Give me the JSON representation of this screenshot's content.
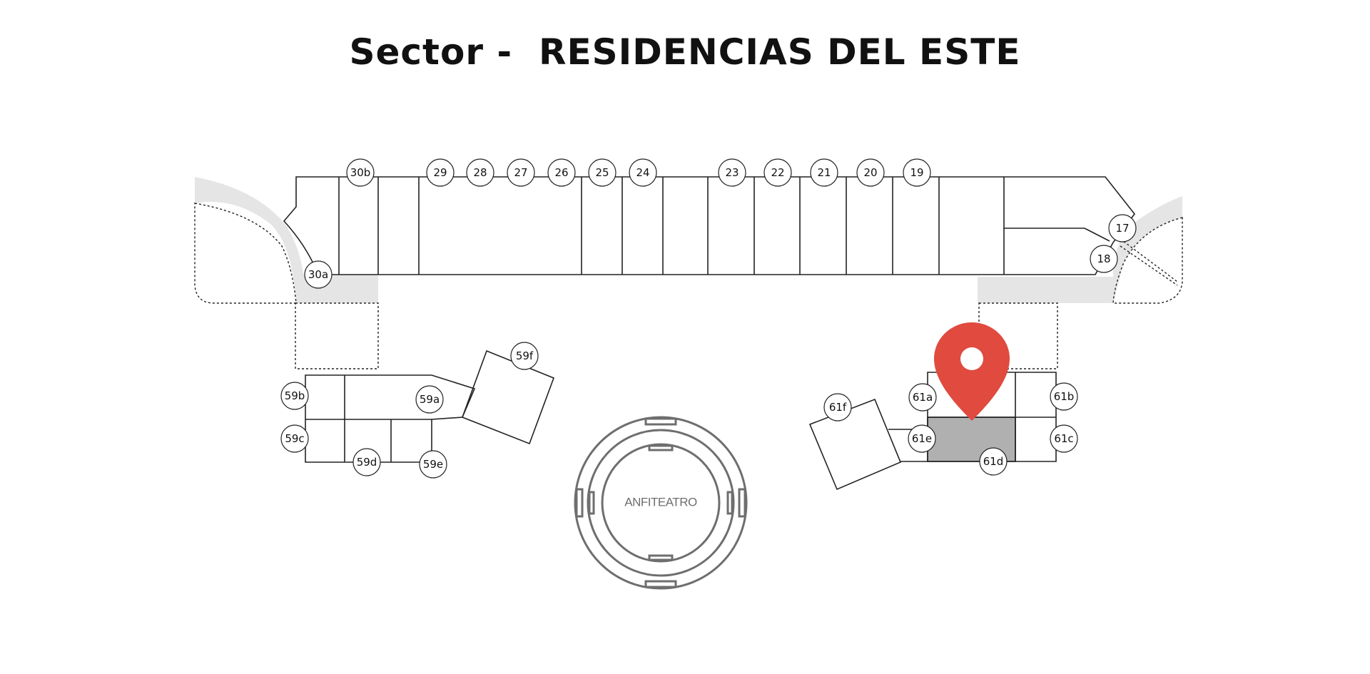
{
  "title": "Sector -  RESIDENCIAS DEL ESTE",
  "highlighted_unit": "61d",
  "colors": {
    "pin": "#e04a3f",
    "highlight": "#b0b0b0",
    "outline": "#222222",
    "amphitheatre": "#6e6e6e",
    "walkway": "#e5e5e5"
  },
  "amphitheatre_label": "ANFITEATRO",
  "top_row_units": [
    "30b",
    "29",
    "28",
    "27",
    "26",
    "25",
    "24",
    "23",
    "22",
    "21",
    "20",
    "19"
  ],
  "east_units": [
    "17",
    "18"
  ],
  "west_corner_unit": "30a",
  "block_59": [
    "59f",
    "59a",
    "59b",
    "59c",
    "59d",
    "59e"
  ],
  "block_61": [
    "61f",
    "61a",
    "61e",
    "61d",
    "61b",
    "61c"
  ],
  "icons": [
    "location-pin-icon"
  ]
}
